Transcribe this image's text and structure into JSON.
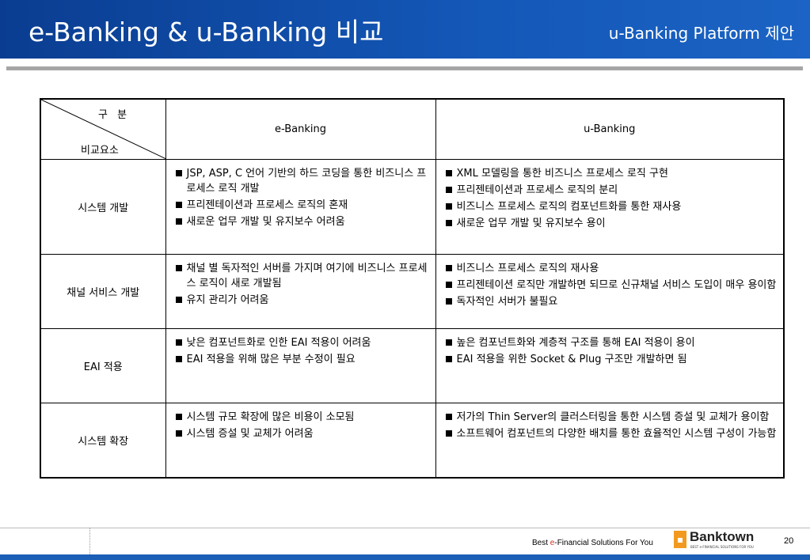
{
  "header": {
    "title": "e-Banking & u-Banking 비교",
    "subtitle": "u-Banking Platform 제안"
  },
  "table": {
    "corner_top": "구 분",
    "corner_bottom": "비교요소",
    "col_headers": [
      "e-Banking",
      "u-Banking"
    ],
    "rows": [
      {
        "category": "시스템 개발",
        "ebanking": [
          "JSP, ASP, C 언어 기반의 하드 코딩을 통한 비즈니스 프로세스 로직 개발",
          "프리젠테이션과 프로세스 로직의 혼재",
          "새로운 업무 개발 및 유지보수 어려움"
        ],
        "ubanking": [
          "XML 모델링을 통한 비즈니스 프로세스 로직 구현",
          "프리젠테이션과 프로세스 로직의 분리",
          "비즈니스 프로세스 로직의 컴포넌트화를 통한 재사용",
          "새로운 업무 개발 및 유지보수 용이"
        ]
      },
      {
        "category": "채널 서비스 개발",
        "ebanking": [
          "채널 별 독자적인 서버를 가지며 여기에 비즈니스 프로세스 로직이 새로 개발됨",
          "유지 관리가 어려움"
        ],
        "ubanking": [
          "비즈니스 프로세스 로직의 재사용",
          "프리젠테이션 로직만 개발하면 되므로 신규채널 서비스 도입이 매우 용이함",
          "독자적인 서버가 불필요"
        ]
      },
      {
        "category": "EAI 적용",
        "ebanking": [
          "낮은 컴포넌트화로 인한 EAI 적용이 어려움",
          "EAI 적용을 위해 많은 부분 수정이 필요"
        ],
        "ubanking": [
          "높은 컴포넌트화와 계층적 구조를 통해 EAI 적용이 용이",
          "EAI 적용을 위한 Socket & Plug 구조만 개발하면 됨"
        ]
      },
      {
        "category": "시스템 확장",
        "ebanking": [
          "시스템 규모 확장에 많은 비용이 소모됨",
          "시스템 증설 및 교체가 어려움"
        ],
        "ubanking": [
          "저가의 Thin Server의 클러스터링을 통한 시스템 증설 및 교체가 용이함",
          "소프트웨어 컴포넌트의 다양한 배치를 통한 효율적인 시스템 구성이 가능함"
        ]
      }
    ]
  },
  "footer": {
    "slogan_prefix": "Best ",
    "slogan_e": "e",
    "slogan_suffix": "-Financial Solutions For You",
    "logo_name": "Banktown",
    "logo_tagline": "BEST e-FINANCIAL SOLUTIONS FOR YOU",
    "page_number": "20"
  },
  "colors": {
    "header_blue": "#1458b8",
    "logo_orange": "#f29a1f",
    "slogan_e_red": "#d62b1f"
  }
}
